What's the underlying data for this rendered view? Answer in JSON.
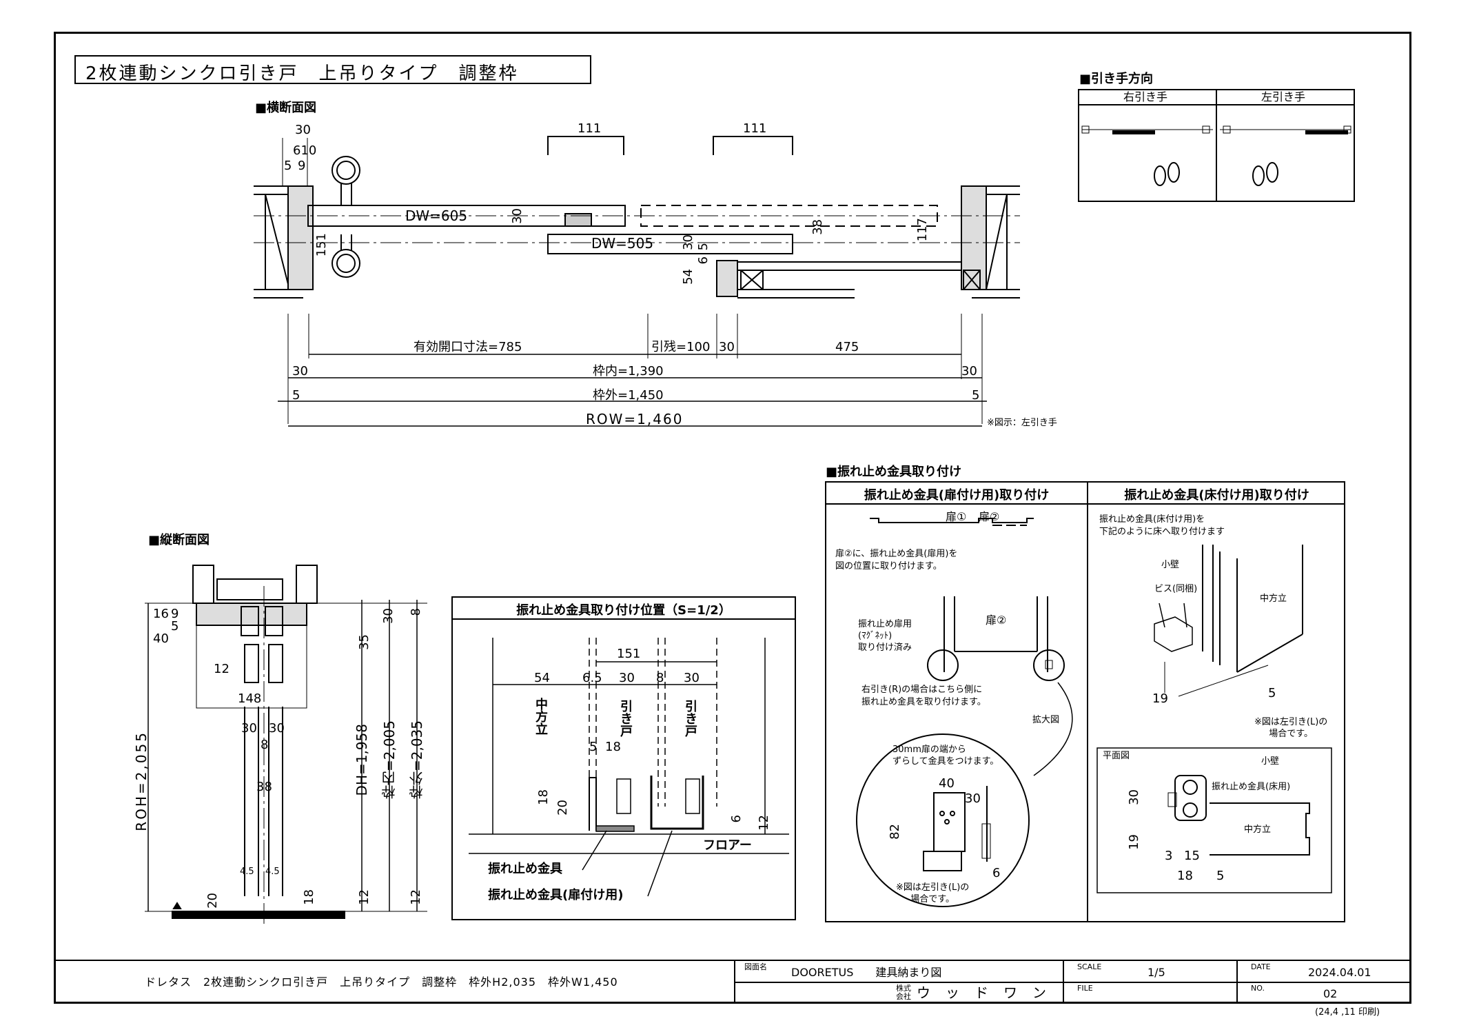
{
  "title": "2枚連動シンクロ引き戸　上吊りタイプ　調整枠",
  "sections": {
    "horizontal": "■横断面図",
    "vertical": "■縦断面図",
    "pull_dir": "■引き手方向",
    "sway_stop": "■振れ止め金具取り付け"
  },
  "pull_dir": {
    "right": "右引き手",
    "left": "左引き手"
  },
  "horizontal_dims": {
    "d30": "30",
    "d610": "610",
    "d5": "5",
    "d9": "9",
    "d111a": "111",
    "d111b": "111",
    "dw605": "DW=605",
    "dw505": "DW=505",
    "d30a": "30",
    "d151": "151",
    "d30b": "30",
    "d6": "6",
    "d5b": "5",
    "d38": "38",
    "d117": "117",
    "d54": "54",
    "opening": "有効開口寸法=785",
    "residual": "引残=100",
    "d30c": "30",
    "d475": "475",
    "d30l": "30",
    "inner": "枠内=1,390",
    "d30r": "30",
    "d5l": "5",
    "outer": "枠外=1,450",
    "d5r": "5",
    "row": "ROW=1,460",
    "note": "※図示：左引き手"
  },
  "vertical_dims": {
    "d9": "9",
    "d16": "16",
    "d5": "5",
    "d40": "40",
    "d12": "12",
    "d148": "148",
    "d30a": "30",
    "d30b": "30",
    "d8": "8",
    "d38": "38",
    "d45a": "4.5",
    "d45b": "4.5",
    "d20": "20",
    "d18": "18",
    "roh": "ROH=2,055",
    "dh": "DH=1,958",
    "inner": "枠内=2,005",
    "outer": "枠外=2,035",
    "d30": "30",
    "d8b": "8",
    "d35": "35",
    "d12b": "12",
    "d12c": "12"
  },
  "position_box": {
    "title": "振れ止め金具取り付け位置（S=1/2）",
    "d151": "151",
    "d54": "54",
    "d65": "6.5",
    "d30a": "30",
    "d8": "8",
    "d30b": "30",
    "nakatate": "中方立",
    "door1": "引き戸",
    "door2": "引き戸",
    "d5": "5",
    "d18": "18",
    "d18v": "18",
    "d20": "20",
    "d6": "6",
    "d12": "12",
    "floor": "フロアー",
    "label1": "振れ止め金具",
    "label2": "振れ止め金具(扉付け用)"
  },
  "door_mount": {
    "header": "振れ止め金具(扉付け用)取り付け",
    "door1": "扉①",
    "door2": "扉②",
    "instr": "扉②に、振れ止め金具(扉用)を\n図の位置に取り付けます。",
    "door2_label": "扉②",
    "magnet": "振れ止め扉用\n(ﾏｸﾞﾈｯﾄ)\n取り付け済み",
    "right_note": "右引き(R)の場合はこちら側に\n振れ止め金具を取り付けます。",
    "zoom": "拡大図",
    "shift": "30mm扉の端から\nずらして金具をつけます。",
    "d40": "40",
    "d30": "30",
    "d82": "82",
    "d6": "6",
    "figure_note": "※図は左引き(L)の\n場合です。"
  },
  "floor_mount": {
    "header": "振れ止め金具(床付け用)取り付け",
    "instr": "振れ止め金具(床付け用)を\n下記のように床へ取り付けます",
    "kokabe": "小壁",
    "screw": "ビス(同梱)",
    "nakatate": "中方立",
    "d19": "19",
    "d5": "5",
    "figure_note": "※図は左引き(L)の\n場合です。",
    "plan": "平面図",
    "kokabe2": "小壁",
    "bracket": "振れ止め金具(床用)",
    "nakatate2": "中方立",
    "d30": "30",
    "d19b": "19",
    "d3": "3",
    "d15": "15",
    "d18": "18",
    "d5b": "5"
  },
  "title_block": {
    "description": "ドレタス　2枚連動シンクロ引き戸　上吊りタイプ　調整枠　枠外H2,035　枠外W1,450",
    "drawing_name_label": "図面名",
    "drawing_name": "DOORETUS　　建具納まり図",
    "scale_label": "SCALE",
    "scale": "1/5",
    "date_label": "DATE",
    "date": "2024.04.01",
    "company_prefix": "株式\n会社",
    "company": "ウッドワン",
    "file_label": "FILE",
    "file": "",
    "no_label": "NO.",
    "no": "02",
    "printed": "(24,4 ,11 印刷)"
  }
}
